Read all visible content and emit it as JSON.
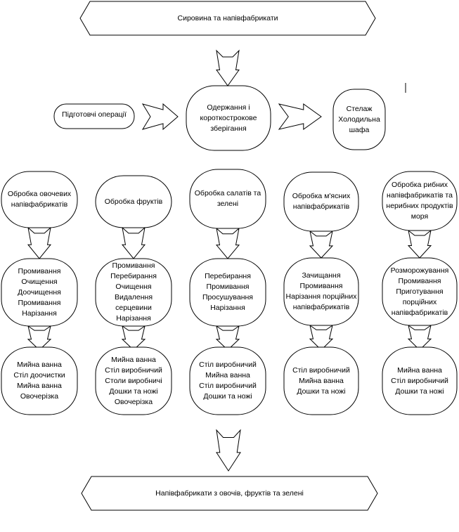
{
  "top_banner": "Сировина та напівфабрикати",
  "bottom_banner": "Напівфабрикати з овочів, фруктів та зелені",
  "prep": "Підготовчі операції",
  "storage": "Одержання і\nкороткострокове\nзберігання",
  "fridge": "Стелаж\nХолодильна\nшафа",
  "columns": [
    {
      "title": "Обробка овочевих\nнапівфабрикатів",
      "ops": "Промивання\nОчищення\nДоочищення\nПромивання\nНарізання",
      "equip": "Мийна ванна\nСтіл доочистки\nМийна ванна\nОвочерізка"
    },
    {
      "title": "Обробка фруктів",
      "ops": "Промивання\nПеребирання\nОчищення\nВидалення серцевини\nНарізання",
      "equip": "Мийна ванна\nСтіл виробничий\nСтоли виробничі\nДошки та ножі\nОвочерізка"
    },
    {
      "title": "Обробка салатів та\nзелені",
      "ops": "Перебирання\nПромивання\nПросушування\nНарізання",
      "equip": "Стіл виробничий\nМийна ванна\nСтіл виробничий\nДошки та ножі"
    },
    {
      "title": "Обробка м'ясних\nнапівфабрикатів",
      "ops": "Зачищання\nПромивання\nНарізання порційних\nнапівфабрикатів",
      "equip": "Стіл виробничий\nМийна ванна\nДошки та ножі"
    },
    {
      "title": "Обробка рибних\nнапівфабрикатів та\nнерибних продуктів\nморя",
      "ops": "Розморожування\nПромивання\nПриготування\nпорційних\nнапівфабрикатів",
      "equip": "Мийна ванна\nСтіл виробничий\nДошки та ножі"
    }
  ]
}
